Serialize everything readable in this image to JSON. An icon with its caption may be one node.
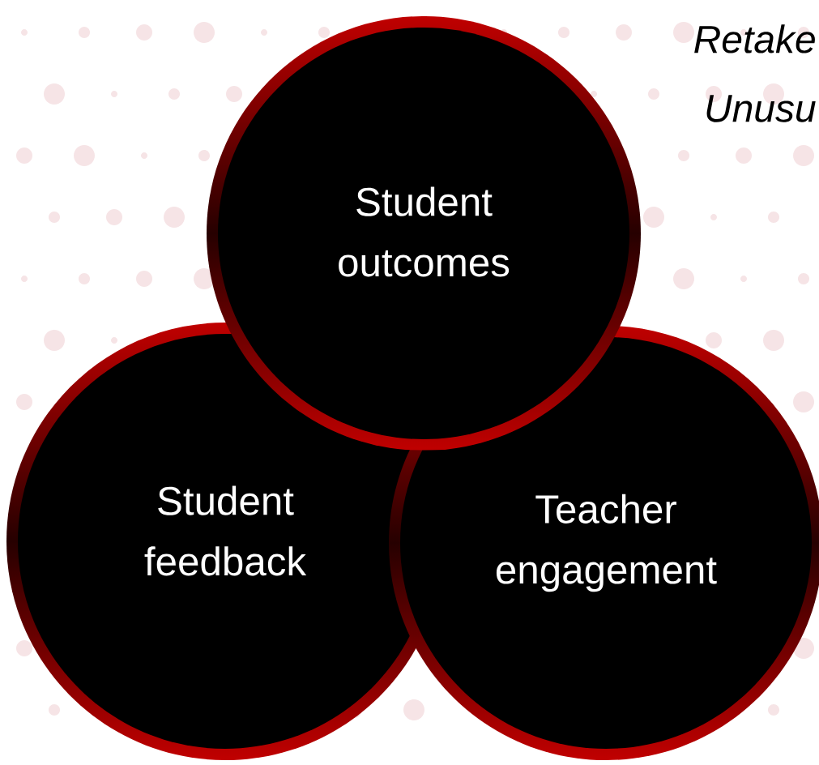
{
  "diagram": {
    "nodes": [
      {
        "text": [
          "Student outcomes"
        ]
      },
      {
        "text": [
          "Student feedback"
        ]
      },
      {
        "text": [
          "Teacher engagement"
        ]
      }
    ],
    "labels": [
      "Retake",
      "Unusu"
    ]
  }
}
